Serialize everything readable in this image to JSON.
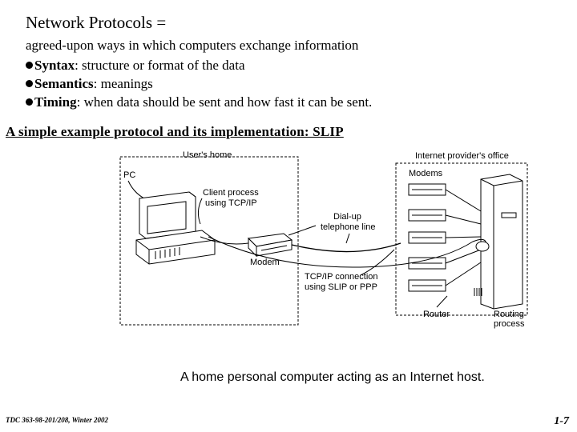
{
  "slide": {
    "title": "Network Protocols =",
    "definition": "agreed-upon ways in which computers exchange information",
    "bullets": [
      {
        "term": "Syntax",
        "text": ": structure or format of the data"
      },
      {
        "term": "Semantics",
        "text": ": meanings"
      },
      {
        "term": "Timing",
        "text": ": when data should be sent and how fast it can be sent."
      }
    ],
    "subheading": "A simple example protocol and its implementation: SLIP",
    "caption": "A home personal computer acting as an Internet host.",
    "footer": "TDC 363-98-201/208, Winter 2002",
    "page_number": "1-7"
  },
  "diagram": {
    "users_home": "User's home",
    "provider_office": "Internet provider's office",
    "pc": "PC",
    "client_process_1": "Client process",
    "client_process_2": "using TCP/IP",
    "dialup_1": "Dial-up",
    "dialup_2": "telephone line",
    "modem": "Modem",
    "modems": "Modems",
    "tcpip_conn_1": "TCP/IP connection",
    "tcpip_conn_2": "using SLIP or PPP",
    "router": "Router",
    "routing_1": "Routing",
    "routing_2": "process"
  }
}
